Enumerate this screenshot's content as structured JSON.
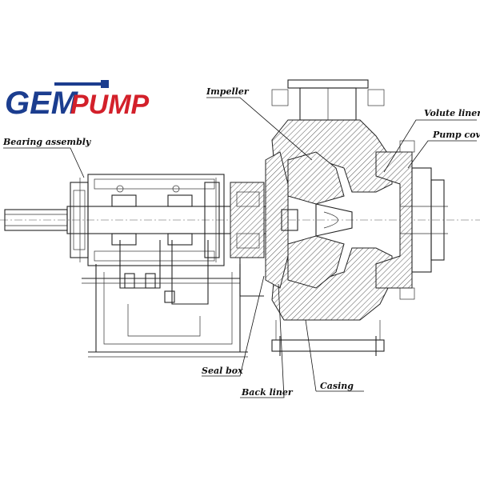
{
  "logo": {
    "text_part1": "GEM",
    "text_part2": "PUMP",
    "color_blue": "#1b3d8f",
    "color_red": "#d3202a"
  },
  "labels": {
    "impeller": "Impeller",
    "volute_liner": "Volute liner",
    "pump_cover": "Pump cover",
    "bearing_assembly": "Bearing assembly",
    "seal_box": "Seal box",
    "back_liner": "Back liner",
    "casing": "Casing"
  }
}
